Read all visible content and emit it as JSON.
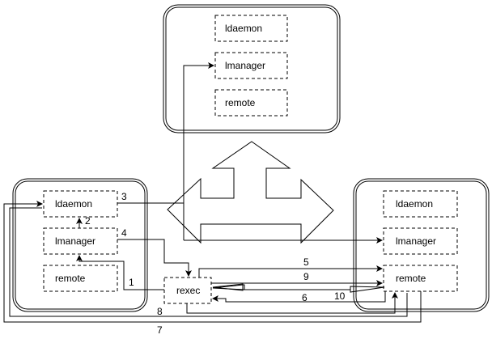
{
  "hosts": {
    "top": {
      "processes": [
        "ldaemon",
        "lmanager",
        "remote"
      ]
    },
    "left": {
      "processes": [
        "ldaemon",
        "lmanager",
        "remote"
      ]
    },
    "right": {
      "processes": [
        "ldaemon",
        "lmanager",
        "remote"
      ]
    }
  },
  "rexec": {
    "label": "rexec"
  },
  "connections": [
    {
      "id": "1",
      "label": "1",
      "from": "rexec",
      "to": "left.lmanager"
    },
    {
      "id": "2",
      "label": "2",
      "from": "left.lmanager",
      "to": "left.ldaemon"
    },
    {
      "id": "3",
      "label": "3",
      "from": "left.ldaemon",
      "to": "network"
    },
    {
      "id": "4",
      "label": "4",
      "from": "left.lmanager",
      "to": "rexec"
    },
    {
      "id": "5",
      "label": "5",
      "from": "rexec",
      "to": "right.remote"
    },
    {
      "id": "6",
      "label": "6",
      "from": "right.remote",
      "to": "rexec"
    },
    {
      "id": "7",
      "label": "7",
      "from": "right.remote",
      "to": "left.ldaemon"
    },
    {
      "id": "8",
      "label": "8",
      "from": "rexec",
      "to": "right.remote"
    },
    {
      "id": "9",
      "label": "9",
      "from": "rexec",
      "to": "right.remote"
    },
    {
      "id": "10",
      "label": "10",
      "from": "right.remote",
      "to": "rexec"
    }
  ],
  "network": {
    "shape": "three-way-arrow"
  }
}
